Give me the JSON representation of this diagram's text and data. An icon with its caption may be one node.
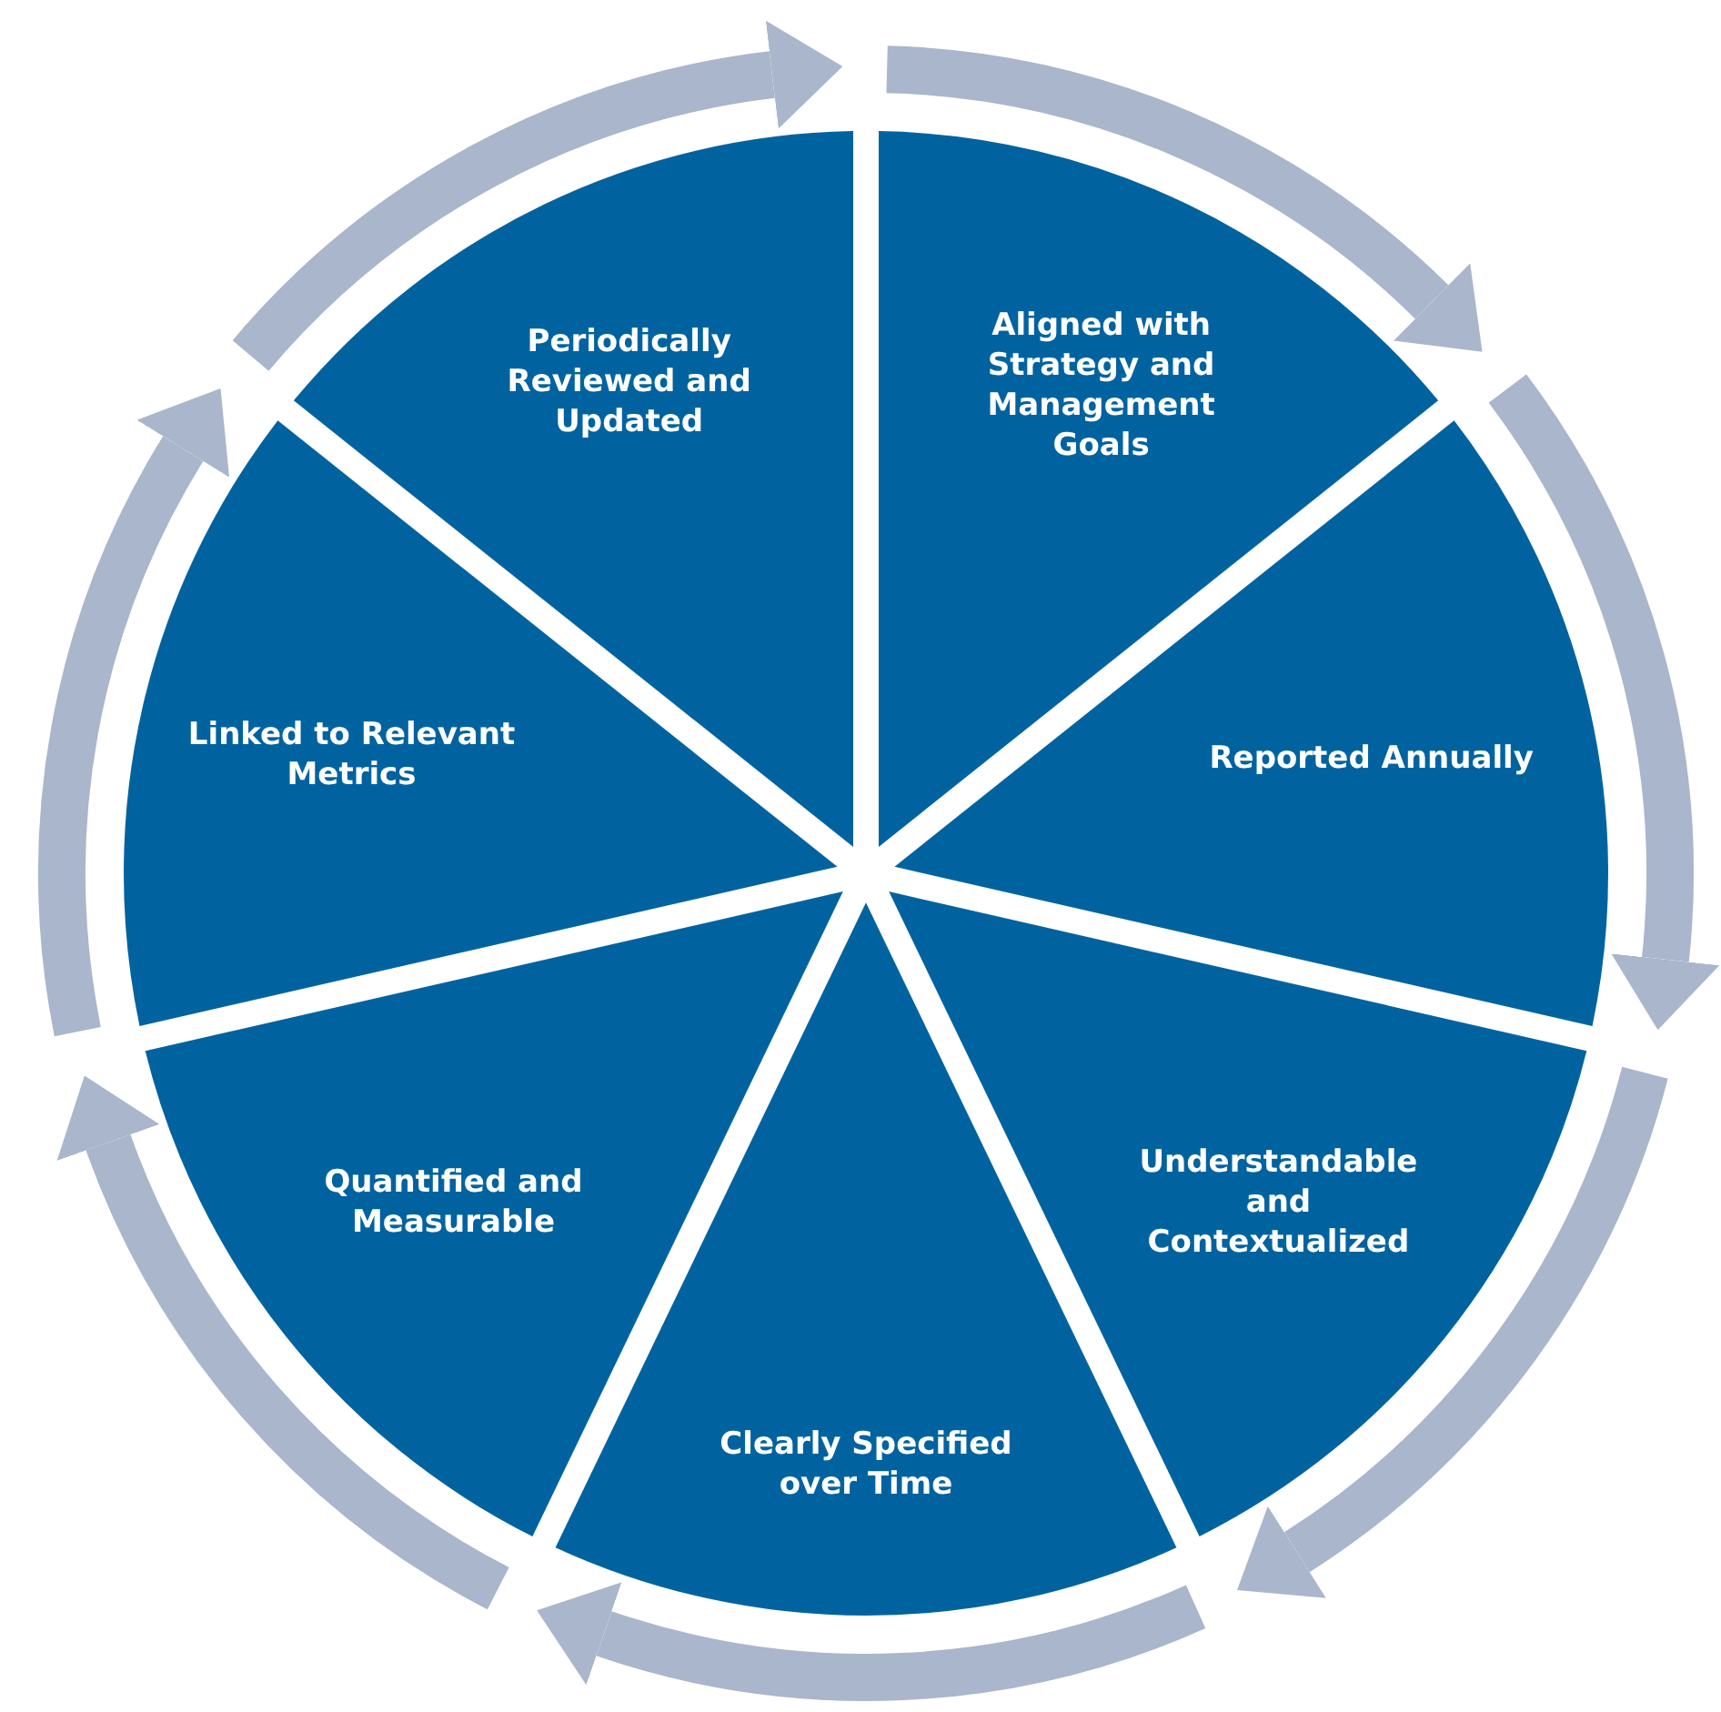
{
  "diagram": {
    "nodes": [
      {
        "text": [
          "Aligned with Strategy and Management Goals"
        ]
      },
      {
        "text": [
          "Reported Annually"
        ]
      },
      {
        "text": [
          "Understandable and Contextualized"
        ]
      },
      {
        "text": [
          "Clearly Specified over Time"
        ]
      },
      {
        "text": [
          "Quantified and Measurable"
        ]
      },
      {
        "text": [
          "Linked to Relevant Metrics"
        ]
      },
      {
        "text": [
          "Periodically Reviewed and Updated"
        ]
      }
    ]
  }
}
